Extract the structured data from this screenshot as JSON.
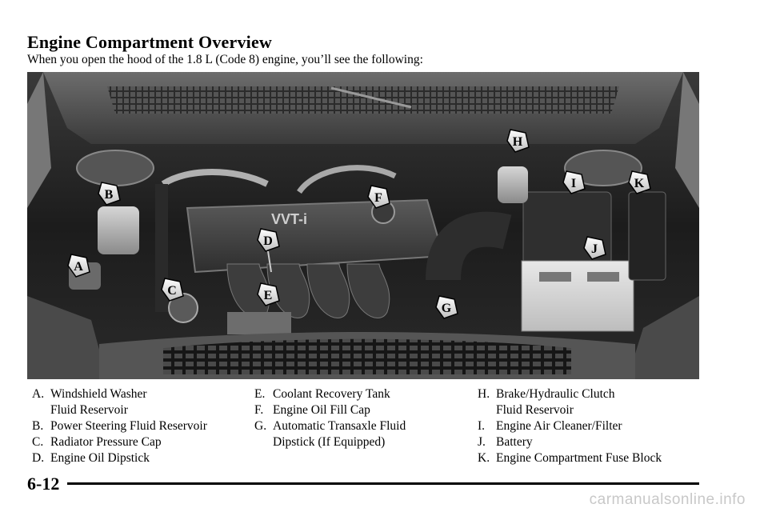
{
  "page": {
    "title": "Engine Compartment Overview",
    "intro": "When you open the hood of the 1.8 L (Code 8) engine, you’ll see the following:",
    "page_number": "6-12",
    "watermark": "carmanualsonline.info"
  },
  "figure": {
    "engine_badge": "VVT-i",
    "callouts": [
      "A",
      "B",
      "C",
      "D",
      "E",
      "F",
      "G",
      "H",
      "I",
      "J",
      "K"
    ]
  },
  "legend": {
    "col1": [
      {
        "letter": "A.",
        "text": "Windshield Washer",
        "text2": "Fluid Reservoir"
      },
      {
        "letter": "B.",
        "text": "Power Steering Fluid Reservoir"
      },
      {
        "letter": "C.",
        "text": "Radiator Pressure Cap"
      },
      {
        "letter": "D.",
        "text": "Engine Oil Dipstick"
      }
    ],
    "col2": [
      {
        "letter": "E.",
        "text": "Coolant Recovery Tank"
      },
      {
        "letter": "F.",
        "text": "Engine Oil Fill Cap"
      },
      {
        "letter": "G.",
        "text": "Automatic Transaxle Fluid",
        "text2": "Dipstick (If Equipped)"
      }
    ],
    "col3": [
      {
        "letter": "H.",
        "text": "Brake/Hydraulic Clutch",
        "text2": "Fluid Reservoir"
      },
      {
        "letter": "I.",
        "text": "Engine Air Cleaner/Filter"
      },
      {
        "letter": "J.",
        "text": "Battery"
      },
      {
        "letter": "K.",
        "text": "Engine Compartment Fuse Block"
      }
    ]
  }
}
